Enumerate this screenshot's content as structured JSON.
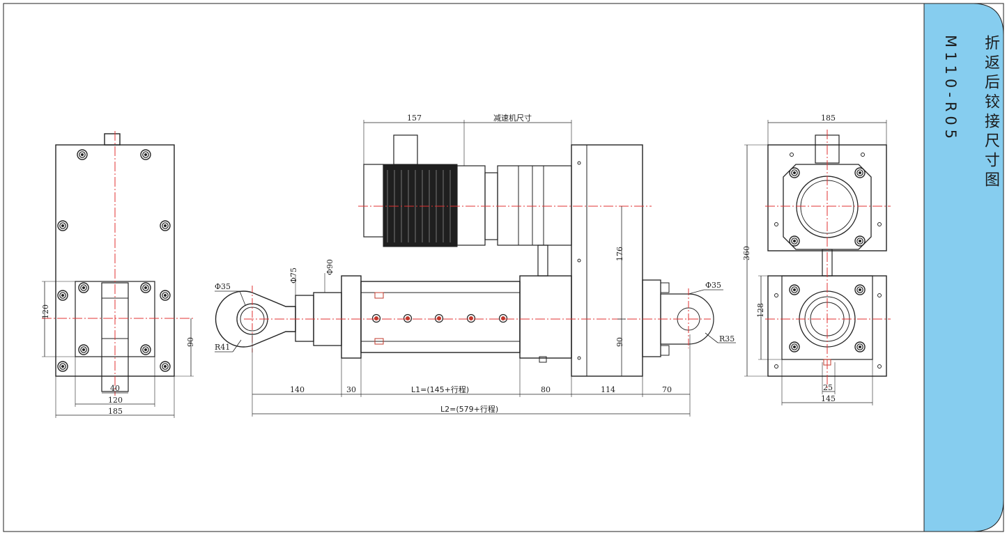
{
  "side_panel": {
    "title": "折返后铰接尺寸图",
    "model": "M110-R05",
    "color": "#86cdef"
  },
  "dimensions": {
    "left_view": {
      "overall_height": "120",
      "right_side": "90",
      "slot_width": "40",
      "bolt_span": "120",
      "overall_width": "185"
    },
    "front_view": {
      "motor_length": "157",
      "reducer_label": "减速机尺寸",
      "height_176": "176",
      "height_90": "90",
      "rod_end_dia": "Φ35",
      "rod_end_radius": "R41",
      "neck_dia": "Φ75",
      "flange_dia": "Φ90",
      "clevis_dia": "Φ35",
      "clevis_radius": "R35",
      "seg_140": "140",
      "seg_30": "30",
      "seg_L1": "L1=(145+行程)",
      "seg_80": "80",
      "seg_114": "114",
      "seg_70": "70",
      "seg_L2": "L2=(579+行程)"
    },
    "right_view": {
      "top_width": "185",
      "overall_height": "360",
      "lower_height": "128",
      "slot_width": "25",
      "bottom_width": "145"
    }
  }
}
